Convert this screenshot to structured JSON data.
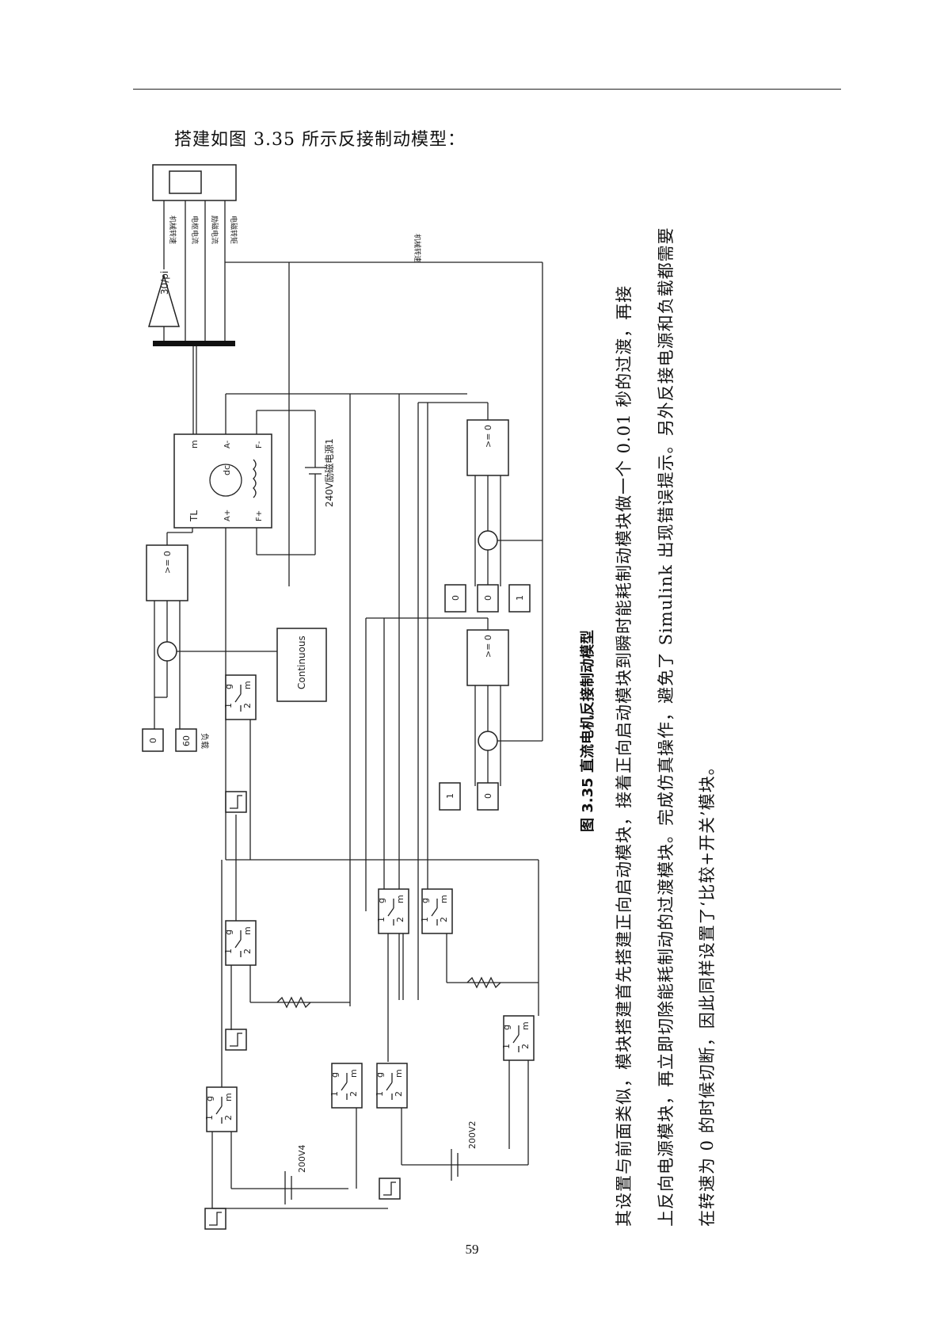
{
  "intro_text": "搭建如图 3.35 所示反接制动模型：",
  "figure_caption": "图 3.35 直流电机反接制动模型",
  "paragraph_lines": [
    "其设置与前面类似，模块搭建首先搭建正向启动模块，接着正向启动模块到瞬时能耗制动模块做一个 0.01 秒的过渡，再接",
    "上反向电源模块，再立即切除能耗制动的过渡模块。完成仿真操作，避免了 Simulink 出现错误提示。另外反接电源和负载都需要",
    "在转速为 0 的时候切断，因此同样设置了‘比较+开关’模块。"
  ],
  "page_number": "59",
  "diagram": {
    "scope_inputs": [
      "机械转速",
      "电枢电流",
      "励磁电流",
      "电磁转矩"
    ],
    "gain_label": "30/pi",
    "speed_signal_label": "机械转速",
    "motor": {
      "tl": "TL",
      "m": "m",
      "dc": "dc",
      "a_plus": "A+",
      "a_minus": "A-",
      "f_plus": "F+",
      "f_minus": "F-"
    },
    "field_source_label": "240V励磁电源1",
    "load_const": "60",
    "load_label": "负载",
    "zero_const": "0",
    "one_const": "1",
    "switch_label": ">= 0",
    "continuous_label": "Continuous",
    "source_200v4": "200V4",
    "source_200v2": "200V2",
    "breaker_g": "g",
    "breaker_m": "m",
    "breaker_1": "1",
    "breaker_2": "2"
  }
}
